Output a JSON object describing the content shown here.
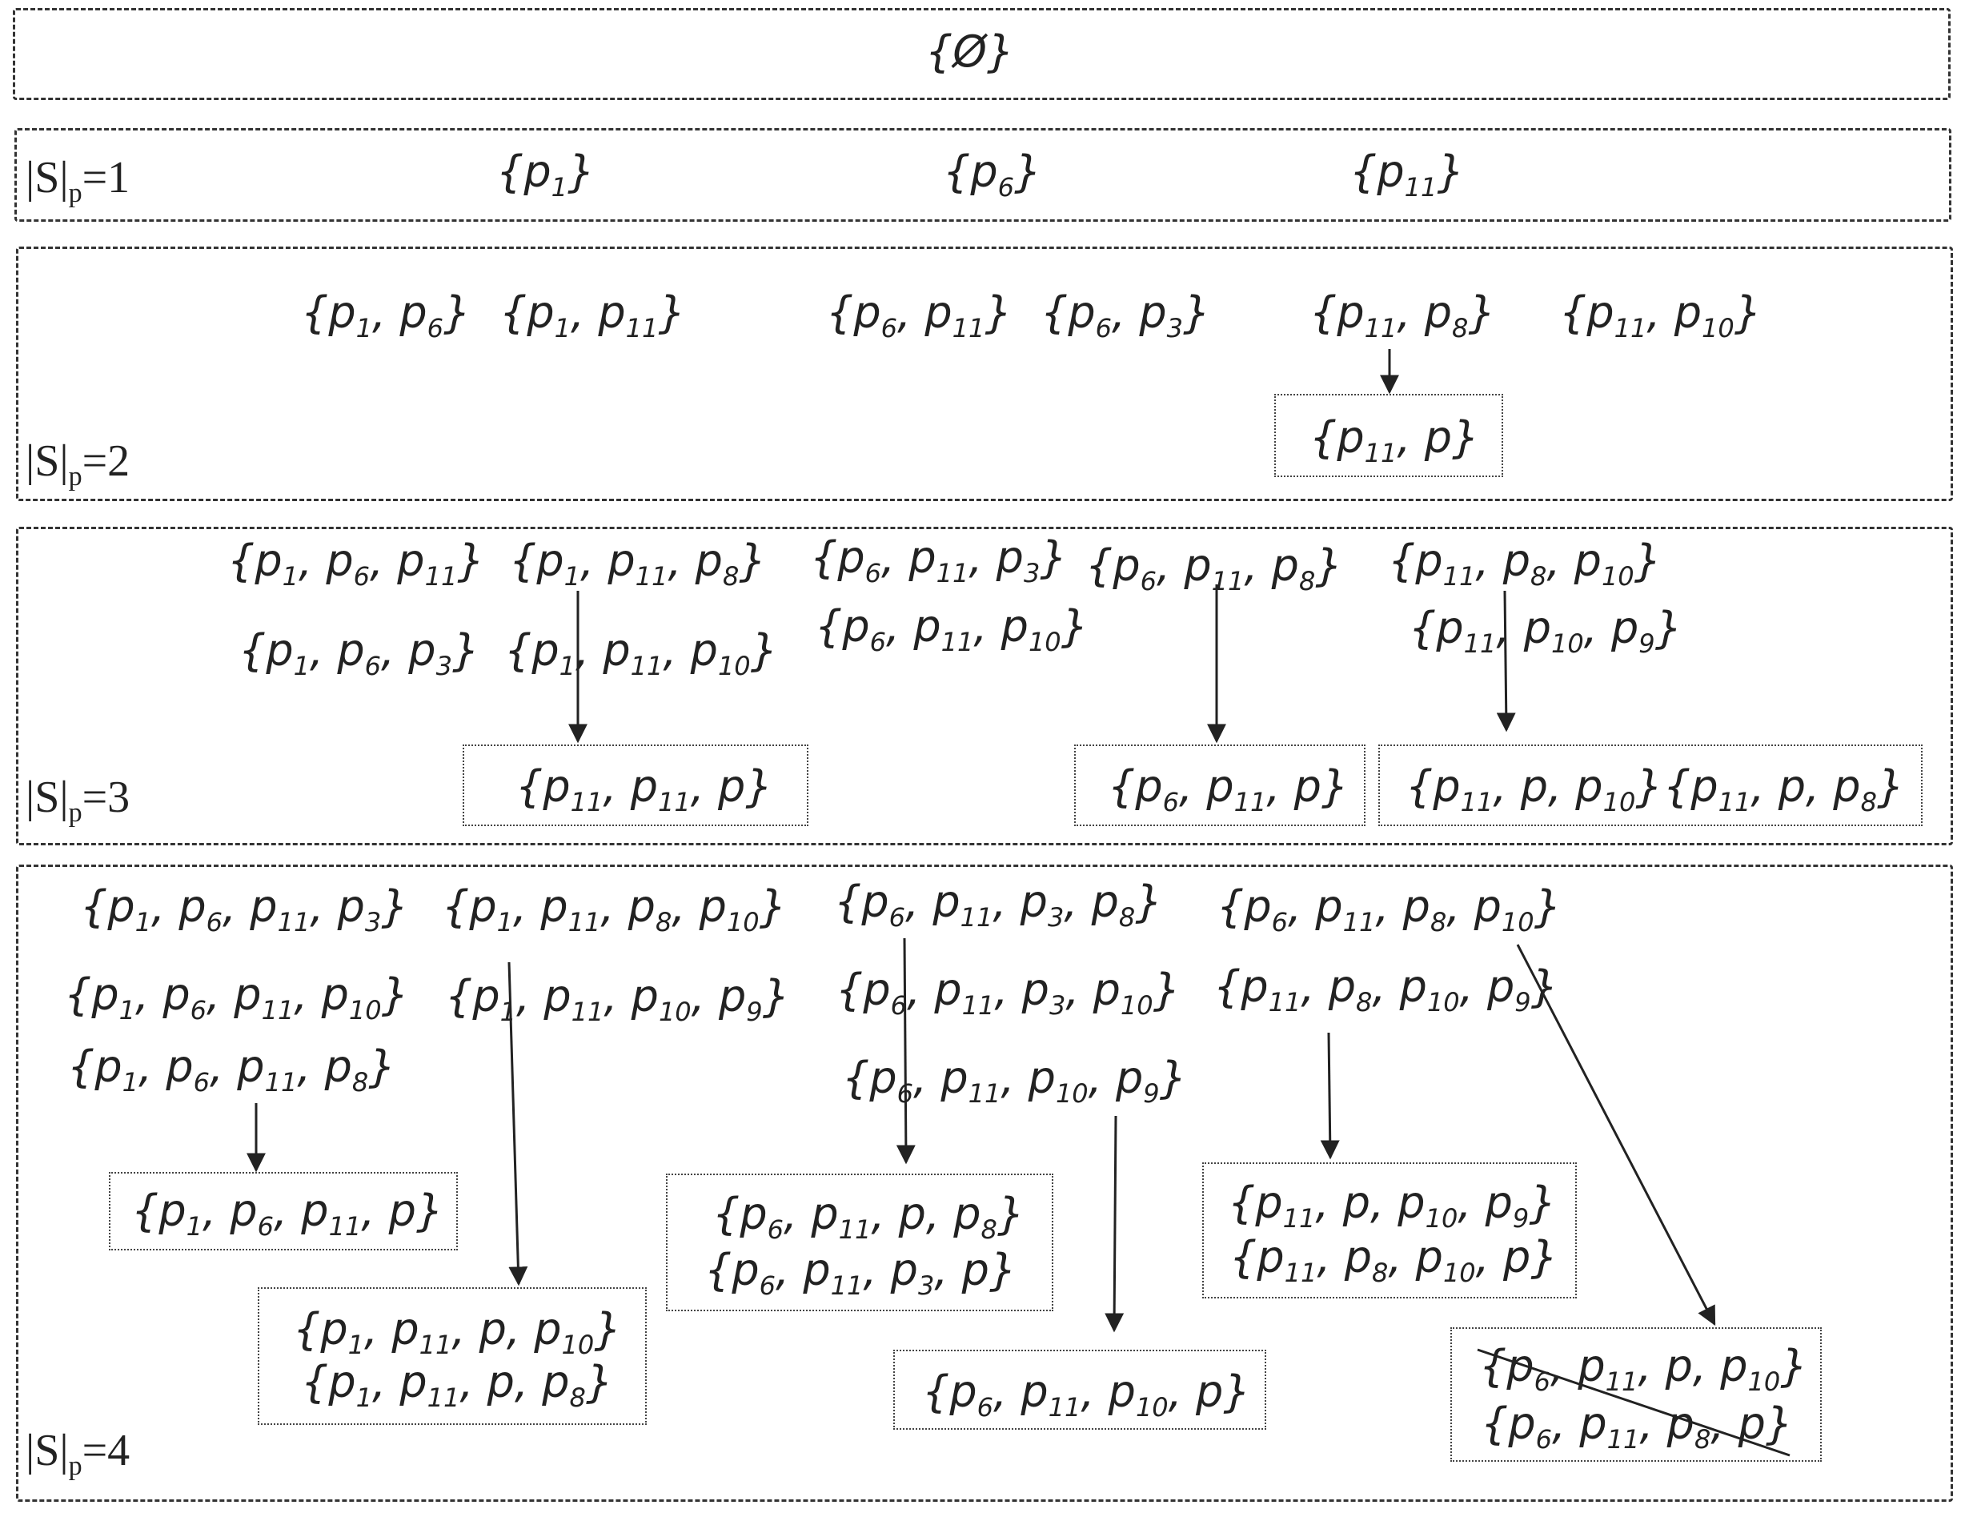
{
  "levels": {
    "empty": "{Ø}",
    "l1_label": "|S|",
    "l1_sub": "p",
    "l1_suffix": "=1",
    "l2_label": "|S|",
    "l2_sub": "p",
    "l2_suffix": "=2",
    "l3_label": "|S|",
    "l3_sub": "p",
    "l3_suffix": "=3",
    "l4_label": "|S|",
    "l4_sub": "p",
    "l4_suffix": "=4"
  },
  "level1": {
    "s1": "{p1}",
    "s2": "{p6}",
    "s3": "{p11}"
  },
  "level2": {
    "s1": "{p1, p6}",
    "s2": "{p1, p11}",
    "s3": "{p6, p11}",
    "s4": "{p6, p3}",
    "s5": "{p11, p8}",
    "s6": "{p11, p10}",
    "box1": "{p11, p}"
  },
  "level3": {
    "s1": "{p1, p6, p11}",
    "s2": "{p1, p6, p3}",
    "s3": "{p1, p11, p8}",
    "s4": "{p1, p11, p10}",
    "s5": "{p6, p11, p3}",
    "s6": "{p6, p11, p10}",
    "s7": "{p6, p11, p8}",
    "s8": "{p11, p8, p10}",
    "s9": "{p11, p10, p9}",
    "box1": "{p11, p11, p}",
    "box2": "{p6, p11, p}",
    "box3a": "{p11, p, p10}",
    "box3b": "{p11, p, p8}"
  },
  "level4": {
    "s1": "{p1, p6, p11, p3}",
    "s2": "{p1, p6, p11, p10}",
    "s3": "{p1, p6, p11, p8}",
    "s4": "{p1, p11, p8, p10}",
    "s5": "{p1, p11, p10, p9}",
    "s6": "{p6, p11, p3, p8}",
    "s7": "{p6, p11, p3, p10}",
    "s8": "{p6, p11, p10, p9}",
    "s9": "{p6, p11, p8, p10}",
    "s10": "{p11, p8, p10, p9}",
    "box1": "{p1, p6, p11, p}",
    "box2a": "{p1, p11, p, p10}",
    "box2b": "{p1, p11, p, p8}",
    "box3a": "{p6, p11, p, p8}",
    "box3b": "{p6, p11, p3, p}",
    "box4a": "{p11, p, p10, p9}",
    "box4b": "{p11, p8, p10, p}",
    "box5": "{p6, p11, p10, p}",
    "box6a": "{p6, p11, p, p10}",
    "box6b": "{p6, p11, p8, p}"
  }
}
